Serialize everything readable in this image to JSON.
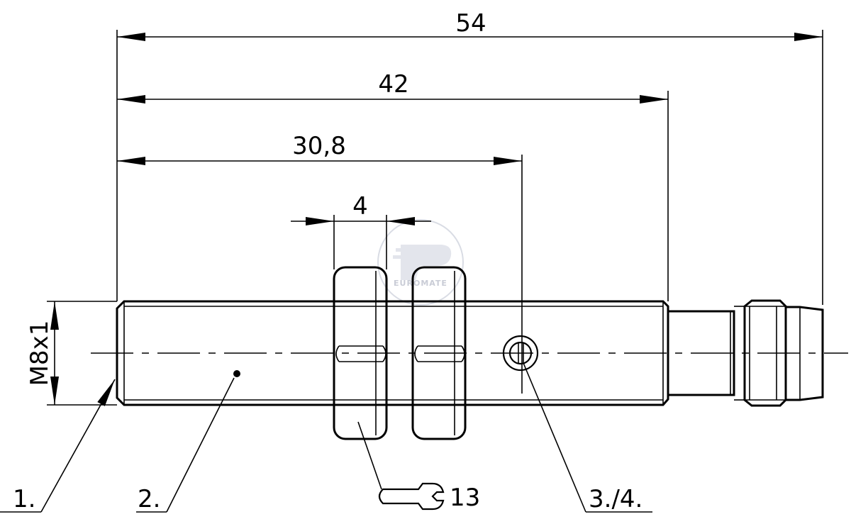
{
  "dimensions": {
    "overall_length": "54",
    "body_length": "42",
    "led_position": "30,8",
    "nut_width": "4",
    "thread": "M8x1",
    "wrench_size": "13"
  },
  "callouts": {
    "c1": "1.",
    "c2": "2.",
    "c34": "3./4."
  },
  "watermark": {
    "text": "EUROMATE"
  },
  "icons": {
    "wrench": "open-end-wrench-icon",
    "watermark_logo": "euromate-logo"
  }
}
